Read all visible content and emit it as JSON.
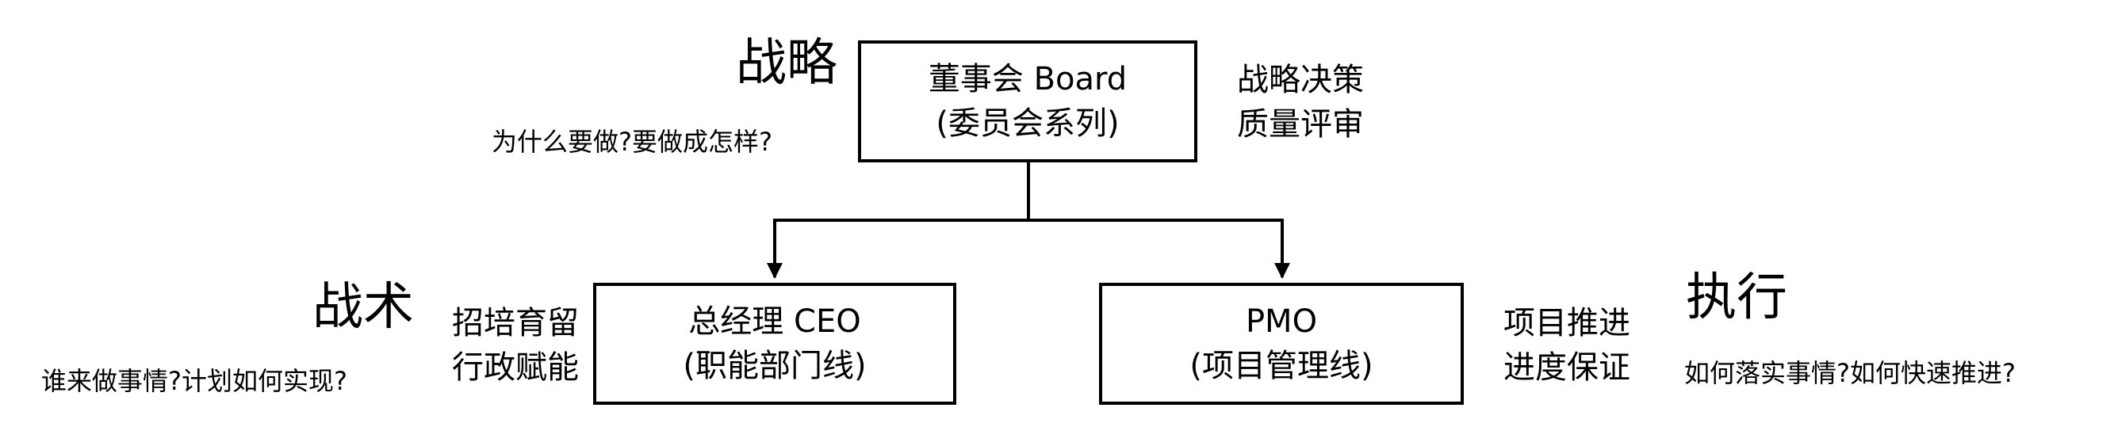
{
  "boxes": {
    "board": {
      "line1": "董事会 Board",
      "line2": "(委员会系列)"
    },
    "ceo": {
      "line1": "总经理 CEO",
      "line2": "(职能部门线)"
    },
    "pmo": {
      "line1": "PMO",
      "line2": "(项目管理线)"
    }
  },
  "labels": {
    "strategy": {
      "title": "战略",
      "question": "为什么要做?要做成怎样?",
      "duties": [
        "战略决策",
        "质量评审"
      ]
    },
    "tactics": {
      "title": "战术",
      "question": "谁来做事情?计划如何实现?",
      "duties": [
        "招培育留",
        "行政赋能"
      ]
    },
    "execution": {
      "title": "执行",
      "question": "如何落实事情?如何快速推进?",
      "duties": [
        "项目推进",
        "进度保证"
      ]
    }
  }
}
